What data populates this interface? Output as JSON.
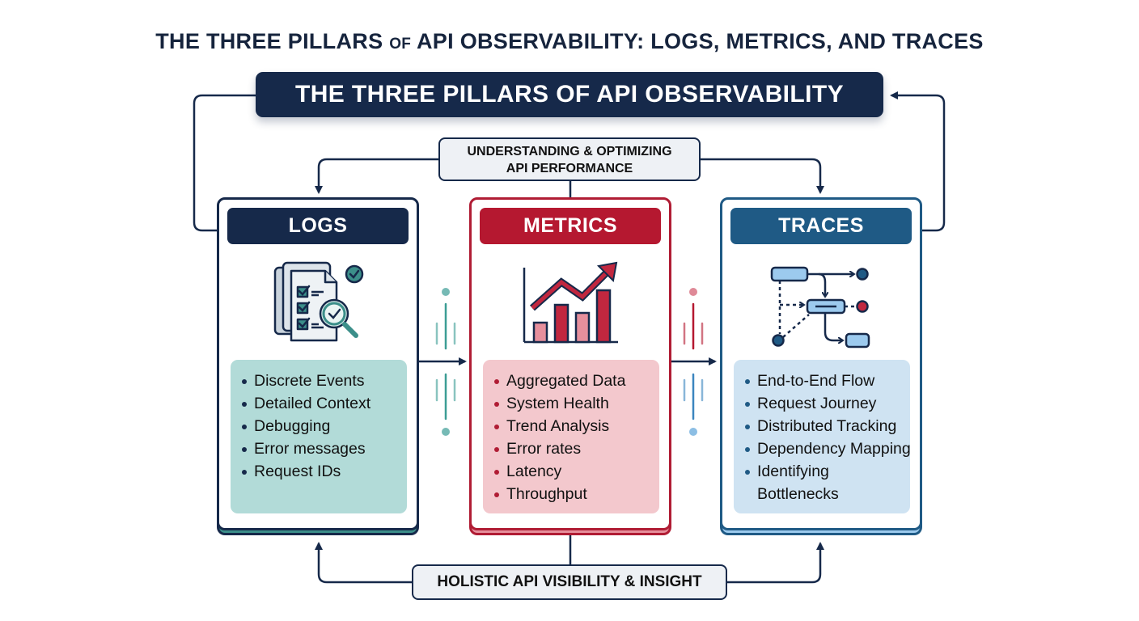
{
  "title": {
    "part1": "THE THREE PILLARS ",
    "of": "OF",
    "part2": " API OBSERVABILITY: LOGS, METRICS, AND TRACES"
  },
  "banner": {
    "label": "THE THREE PILLARS OF API OBSERVABILITY"
  },
  "goal": {
    "line1": "UNDERSTANDING & OPTIMIZING",
    "line2": "API PERFORMANCE"
  },
  "outcome": {
    "label": "HOLISTIC API VISIBILITY & INSIGHT"
  },
  "pillars": [
    {
      "id": "logs",
      "title": "LOGS",
      "icon": "document-checklist-magnifier-icon",
      "accent": "#16294a",
      "fill": "#b2dbd8",
      "items": [
        "Discrete Events",
        "Detailed Context",
        "Debugging",
        "Error messages",
        "Request IDs"
      ]
    },
    {
      "id": "metrics",
      "title": "METRICS",
      "icon": "bar-chart-trend-up-icon",
      "accent": "#b51830",
      "fill": "#f3c8cd",
      "items": [
        "Aggregated Data",
        "System Health",
        "Trend Analysis",
        "Error rates",
        "Latency",
        "Throughput"
      ]
    },
    {
      "id": "traces",
      "title": "TRACES",
      "icon": "distributed-flow-icon",
      "accent": "#1f5a85",
      "fill": "#cfe3f2",
      "items": [
        "End-to-End Flow",
        "Request Journey",
        "Distributed Tracking",
        "Dependency Mapping",
        "Identifying",
        "Bottlenecks"
      ]
    }
  ],
  "colors": {
    "navy": "#16294a",
    "teal": "#3c8f8a",
    "crimson": "#b51830",
    "steel_blue": "#1f5a85"
  }
}
